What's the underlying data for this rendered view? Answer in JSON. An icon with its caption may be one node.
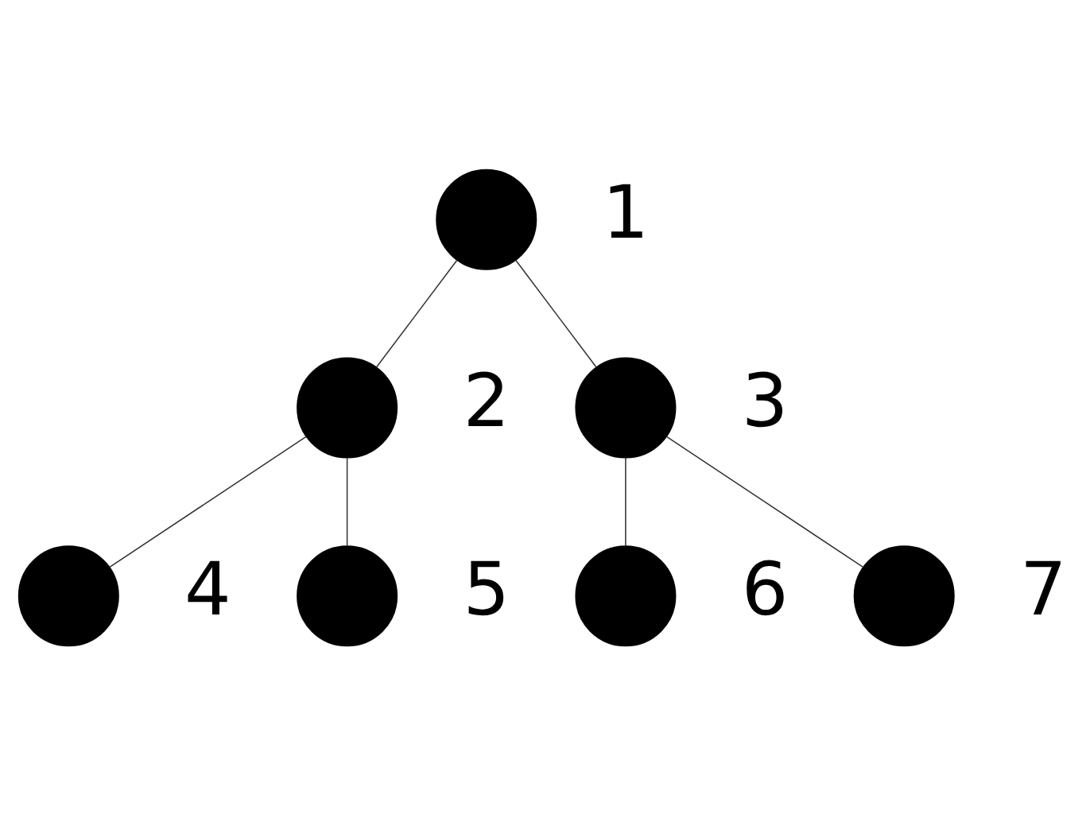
{
  "diagram": {
    "nodes": [
      {
        "text": [],
        "shape": "circle",
        "beside": [
          "1"
        ]
      },
      {
        "text": [],
        "shape": "circle",
        "beside": [
          "2"
        ]
      },
      {
        "text": [],
        "shape": "circle",
        "beside": [
          "3"
        ]
      },
      {
        "text": [],
        "shape": "circle",
        "beside": [
          "4"
        ]
      },
      {
        "text": [],
        "shape": "circle",
        "beside": [
          "5"
        ]
      },
      {
        "text": [],
        "shape": "circle",
        "beside": [
          "6"
        ]
      },
      {
        "text": [],
        "shape": "circle",
        "beside": [
          "7"
        ]
      }
    ],
    "edges": [
      {
        "from": 0,
        "to": 1,
        "arrow": "none"
      },
      {
        "from": 0,
        "to": 2,
        "arrow": "none"
      },
      {
        "from": 1,
        "to": 3,
        "arrow": "none"
      },
      {
        "from": 1,
        "to": 4,
        "arrow": "none"
      },
      {
        "from": 2,
        "to": 5,
        "arrow": "none"
      },
      {
        "from": 2,
        "to": 6,
        "arrow": "none"
      }
    ]
  }
}
